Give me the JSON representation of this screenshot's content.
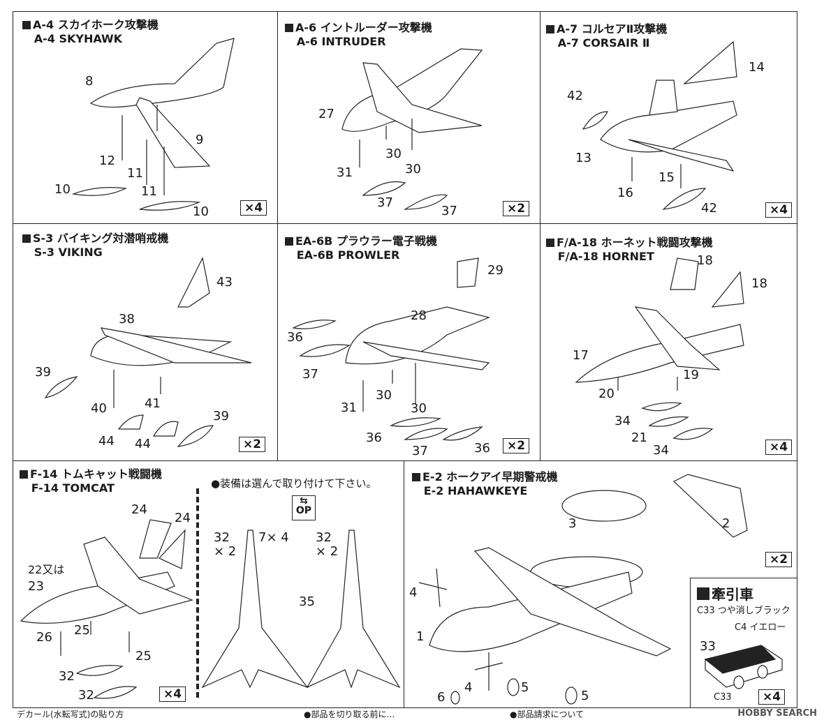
{
  "panels": {
    "a4": {
      "title_jp": "A-4 スカイホーク攻撃機",
      "title_en": "A-4 SKYHAWK",
      "qty": "×4",
      "parts": [
        "8",
        "9",
        "12",
        "11",
        "10",
        "11",
        "10"
      ]
    },
    "a6": {
      "title_jp": "A-6 イントルーダー攻撃機",
      "title_en": "A-6 INTRUDER",
      "qty": "×2",
      "parts": [
        "27",
        "30",
        "30",
        "31",
        "37",
        "37"
      ]
    },
    "a7": {
      "title_jp": "A-7 コルセアⅡ攻撃機",
      "title_en": "A-7 CORSAIR Ⅱ",
      "qty": "×4",
      "parts": [
        "14",
        "42",
        "13",
        "15",
        "16",
        "42"
      ]
    },
    "s3": {
      "title_jp": "S-3 バイキング対潜哨戒機",
      "title_en": "S-3 VIKING",
      "qty": "×2",
      "parts": [
        "43",
        "38",
        "39",
        "40",
        "41",
        "44",
        "44",
        "39"
      ]
    },
    "ea6b": {
      "title_jp": "EA-6B プラウラー電子戦機",
      "title_en": "EA-6B PROWLER",
      "qty": "×2",
      "parts": [
        "29",
        "28",
        "36",
        "37",
        "30",
        "31",
        "30",
        "36",
        "37",
        "36"
      ]
    },
    "fa18": {
      "title_jp": "F/A-18 ホーネット戦闘攻撃機",
      "title_en": "F/A-18 HORNET",
      "qty": "×4",
      "parts": [
        "18",
        "18",
        "17",
        "20",
        "19",
        "34",
        "21",
        "34"
      ]
    },
    "f14": {
      "title_jp": "F-14 トムキャット戦闘機",
      "title_en": "F-14 TOMCAT",
      "qty": "×4",
      "note": "●装備は選んで取り付けて下さい。",
      "op_label": "OP",
      "op_icon": "arrow-swap-icon",
      "parts": [
        "24",
        "24",
        "22又は",
        "23",
        "25",
        "25",
        "26",
        "32",
        "32"
      ],
      "option_parts": [
        "32",
        "× 2",
        "7× 4",
        "32",
        "× 2",
        "35"
      ]
    },
    "e2": {
      "title_jp": "E-2 ホークアイ早期警戒機",
      "title_en": "E-2 HAHAWKEYE",
      "qty": "×2",
      "parts": [
        "3",
        "2",
        "4",
        "1",
        "4",
        "5",
        "6",
        "5"
      ]
    },
    "tow": {
      "title": "牽引車",
      "qty": "×4",
      "color_black": "C33 つや消しブラック",
      "color_yellow": "C4 イエロー",
      "parts": [
        "33",
        "C33"
      ]
    }
  },
  "bottom": [
    "デカール(水転写式)の貼り方",
    "●部品を切り取る前に…",
    "●部品請求について"
  ],
  "watermark": "HOBBY SEARCH"
}
